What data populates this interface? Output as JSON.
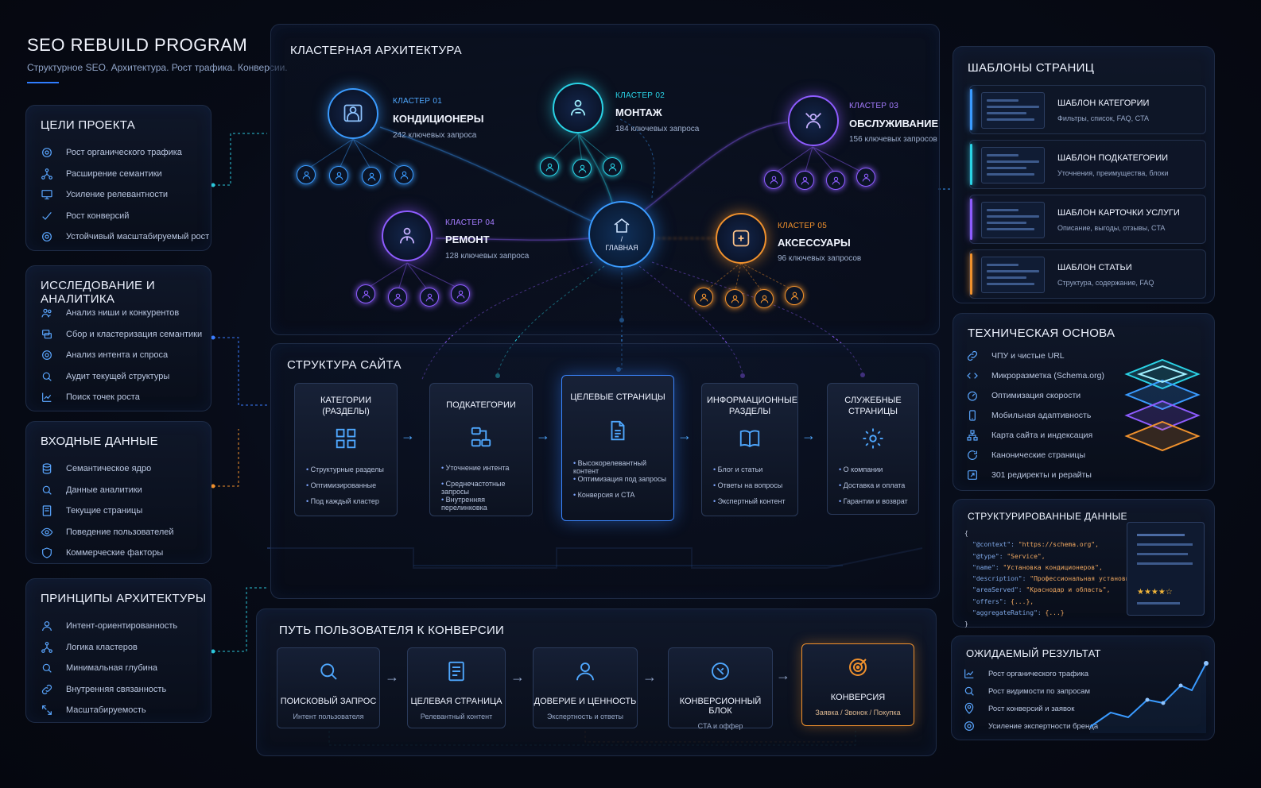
{
  "header": {
    "title": "SEO REBUILD PROGRAM",
    "subtitle": "Структурное SEO. Архитектура. Рост трафика. Конверсии."
  },
  "colors": {
    "blue": "#3a9bff",
    "cyan": "#2ad3e6",
    "violet": "#8e5cff",
    "orange": "#f0912d",
    "panel_border": "#1e2b45"
  },
  "goals": {
    "title": "ЦЕЛИ ПРОЕКТА",
    "items": [
      {
        "label": "Рост органического трафика",
        "icon": "target-icon"
      },
      {
        "label": "Расширение семантики",
        "icon": "network-icon"
      },
      {
        "label": "Усиление релевантности",
        "icon": "monitor-icon"
      },
      {
        "label": "Рост конверсий",
        "icon": "check-icon"
      },
      {
        "label": "Устойчивый масштабируемый рост",
        "icon": "target-icon"
      }
    ]
  },
  "research": {
    "title": "ИССЛЕДОВАНИЕ И АНАЛИТИКА",
    "items": [
      {
        "label": "Анализ ниши и конкурентов",
        "icon": "people-icon"
      },
      {
        "label": "Сбор и кластеризация семантики",
        "icon": "layers-icon"
      },
      {
        "label": "Анализ интента и спроса",
        "icon": "target-icon"
      },
      {
        "label": "Аудит текущей структуры",
        "icon": "search-icon"
      },
      {
        "label": "Поиск точек роста",
        "icon": "chart-icon"
      }
    ]
  },
  "inputs": {
    "title": "ВХОДНЫЕ ДАННЫЕ",
    "items": [
      {
        "label": "Семантическое ядро",
        "icon": "database-icon"
      },
      {
        "label": "Данные аналитики",
        "icon": "search-icon"
      },
      {
        "label": "Текущие страницы",
        "icon": "page-icon"
      },
      {
        "label": "Поведение пользователей",
        "icon": "eye-icon"
      },
      {
        "label": "Коммерческие факторы",
        "icon": "shield-icon"
      }
    ]
  },
  "principles": {
    "title": "ПРИНЦИПЫ АРХИТЕКТУРЫ",
    "items": [
      {
        "label": "Интент-ориентированность",
        "icon": "user-icon"
      },
      {
        "label": "Логика кластеров",
        "icon": "network-icon"
      },
      {
        "label": "Минимальная глубина",
        "icon": "search-icon"
      },
      {
        "label": "Внутренняя связанность",
        "icon": "link-icon"
      },
      {
        "label": "Масштабируемость",
        "icon": "expand-icon"
      }
    ]
  },
  "cluster_arch": {
    "title": "КЛАСТЕРНАЯ АРХИТЕКТУРА",
    "home": {
      "slash": "/",
      "label": "ГЛАВНАЯ"
    },
    "clusters": [
      {
        "tag": "КЛАСТЕР 01",
        "name": "КОНДИЦИОНЕРЫ",
        "count": "242 ключевых запроса"
      },
      {
        "tag": "КЛАСТЕР 02",
        "name": "МОНТАЖ",
        "count": "184 ключевых запроса"
      },
      {
        "tag": "КЛАСТЕР 03",
        "name": "ОБСЛУЖИВАНИЕ",
        "count": "156 ключевых запросов"
      },
      {
        "tag": "КЛАСТЕР 04",
        "name": "РЕМОНТ",
        "count": "128 ключевых запроса"
      },
      {
        "tag": "КЛАСТЕР 05",
        "name": "АКСЕССУАРЫ",
        "count": "96 ключевых запросов"
      }
    ]
  },
  "site_structure": {
    "title": "СТРУКТУРА САЙТА",
    "cards": [
      {
        "title": "КАТЕГОРИИ (РАЗДЕЛЫ)",
        "icon": "grid-icon",
        "items": [
          "Структурные разделы",
          "Оптимизированные",
          "Под каждый кластер"
        ]
      },
      {
        "title": "ПОДКАТЕГОРИИ",
        "icon": "subcategory-icon",
        "items": [
          "Уточнение интента",
          "Среднечастотные запросы",
          "Внутренняя перелинковка"
        ]
      },
      {
        "title": "ЦЕЛЕВЫЕ СТРАНИЦЫ",
        "icon": "document-icon",
        "items": [
          "Высокорелевантный контент",
          "Оптимизация под запросы",
          "Конверсия и CTA"
        ]
      },
      {
        "title": "ИНФОРМАЦИОННЫЕ РАЗДЕЛЫ",
        "icon": "book-icon",
        "items": [
          "Блог и статьи",
          "Ответы на вопросы",
          "Экспертный контент"
        ]
      },
      {
        "title": "СЛУЖЕБНЫЕ СТРАНИЦЫ",
        "icon": "gear-icon",
        "items": [
          "О компании",
          "Доставка и оплата",
          "Гарантии и возврат"
        ]
      }
    ]
  },
  "user_path": {
    "title": "ПУТЬ ПОЛЬЗОВАТЕЛЯ К КОНВЕРСИИ",
    "steps": [
      {
        "title": "ПОИСКОВЫЙ ЗАПРОС",
        "sub": "Интент пользователя",
        "icon": "search-icon"
      },
      {
        "title": "ЦЕЛЕВАЯ СТРАНИЦА",
        "sub": "Релевантный контент",
        "icon": "document-icon"
      },
      {
        "title": "ДОВЕРИЕ И ЦЕННОСТЬ",
        "sub": "Экспертность и ответы",
        "icon": "user-icon"
      },
      {
        "title": "КОНВЕРСИОННЫЙ БЛОК",
        "sub": "CTA и оффер",
        "icon": "cursor-icon"
      },
      {
        "title": "КОНВЕРСИЯ",
        "sub": "Заявка / Звонок / Покупка",
        "icon": "target-icon"
      }
    ]
  },
  "templates": {
    "title": "ШАБЛОНЫ СТРАНИЦ",
    "items": [
      {
        "name": "ШАБЛОН КАТЕГОРИИ",
        "desc": "Фильтры, список, FAQ, CTA",
        "accent": "#3a9bff"
      },
      {
        "name": "ШАБЛОН ПОДКАТЕГОРИИ",
        "desc": "Уточнения, преимущества, блоки",
        "accent": "#2ad3e6"
      },
      {
        "name": "ШАБЛОН КАРТОЧКИ УСЛУГИ",
        "desc": "Описание, выгоды, отзывы, CTA",
        "accent": "#8e5cff"
      },
      {
        "name": "ШАБЛОН СТАТЬИ",
        "desc": "Структура, содержание, FAQ",
        "accent": "#f0912d"
      }
    ]
  },
  "tech": {
    "title": "ТЕХНИЧЕСКАЯ ОСНОВА",
    "items": [
      {
        "label": "ЧПУ и чистые URL",
        "icon": "link-icon"
      },
      {
        "label": "Микроразметка (Schema.org)",
        "icon": "code-icon"
      },
      {
        "label": "Оптимизация скорости",
        "icon": "speed-icon"
      },
      {
        "label": "Мобильная адаптивность",
        "icon": "phone-icon"
      },
      {
        "label": "Карта сайта и индексация",
        "icon": "sitemap-icon"
      },
      {
        "label": "Канонические страницы",
        "icon": "refresh-icon"
      },
      {
        "label": "301 редиректы и рерайты",
        "icon": "redirect-icon"
      }
    ]
  },
  "structured_data": {
    "title": "СТРУКТУРИРОВАННЫЕ ДАННЫЕ",
    "open": "{",
    "close": "}",
    "lines": [
      {
        "k": "\"@context\":",
        "v": " \"https://schema.org\","
      },
      {
        "k": "\"@type\":",
        "v": " \"Service\","
      },
      {
        "k": "\"name\":",
        "v": " \"Установка кондиционеров\","
      },
      {
        "k": "\"description\":",
        "v": " \"Профессиональная установка\","
      },
      {
        "k": "\"areaServed\":",
        "v": " \"Краснодар и область\","
      },
      {
        "k": "\"offers\":",
        "v": " {...},"
      },
      {
        "k": "\"aggregateRating\":",
        "v": " {...}"
      }
    ],
    "stars": "★★★★☆"
  },
  "results": {
    "title": "ОЖИДАЕМЫЙ РЕЗУЛЬТАТ",
    "items": [
      {
        "label": "Рост органического трафика",
        "icon": "chart-icon"
      },
      {
        "label": "Рост видимости по запросам",
        "icon": "search-icon"
      },
      {
        "label": "Рост конверсий и заявок",
        "icon": "pin-icon"
      },
      {
        "label": "Усиление экспертности бренда",
        "icon": "target-icon"
      }
    ]
  }
}
